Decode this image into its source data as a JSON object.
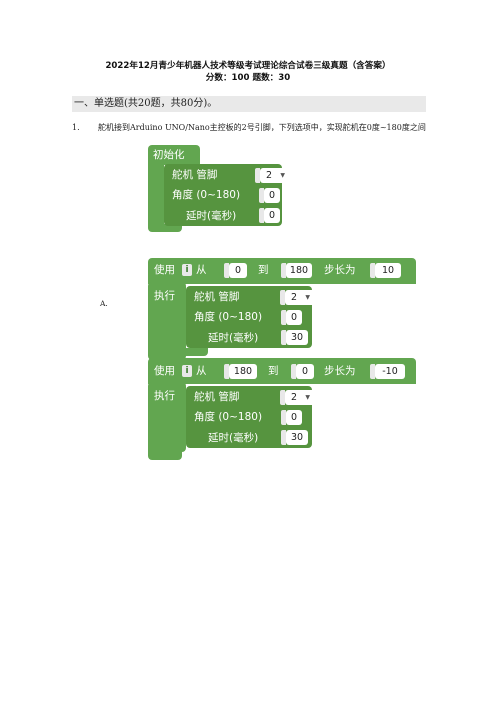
{
  "doc": {
    "title_line1": "2022年12月青少年机器人技术等级考试理论综合试卷三级真题（含答案）",
    "title_line2": "分数：100   题数：30",
    "section_heading": "一、单选题(共20题，共80分)。",
    "question": {
      "number": "1.",
      "text": "舵机接到Arduino UNO/Nano主控板的2号引脚，下列选项中，实现舵机在0度~180度之间"
    },
    "option_a_label": "A."
  },
  "blocks": {
    "init": {
      "header": "初始化",
      "servo_pin_label": "舵机  管脚",
      "pin_value": "2",
      "angle_label": "角度 (0~180)",
      "angle_value": "0",
      "delay_label": "延时(毫秒)",
      "delay_value": "0"
    },
    "loop1": {
      "use_label": "使用",
      "var_name": "i",
      "from_label": "从",
      "from_value": "0",
      "to_label": "到",
      "to_value": "180",
      "step_label": "步长为",
      "step_value": "10",
      "do_label": "执行",
      "servo_pin_label": "舵机  管脚",
      "pin_value": "2",
      "angle_label": "角度 (0~180)",
      "angle_value": "0",
      "delay_label": "延时(毫秒)",
      "delay_value": "30"
    },
    "loop2": {
      "use_label": "使用",
      "var_name": "i",
      "from_label": "从",
      "from_value": "180",
      "to_label": "到",
      "to_value": "0",
      "step_label": "步长为",
      "step_value": "-10",
      "do_label": "执行",
      "servo_pin_label": "舵机  管脚",
      "pin_value": "2",
      "angle_label": "角度 (0~180)",
      "angle_value": "0",
      "delay_label": "延时(毫秒)",
      "delay_value": "30"
    },
    "dropdown_arrow": "▼"
  },
  "colors": {
    "block_green": "#62a650",
    "block_dark_green": "#56943f",
    "section_bg": "#e9e9e9"
  }
}
